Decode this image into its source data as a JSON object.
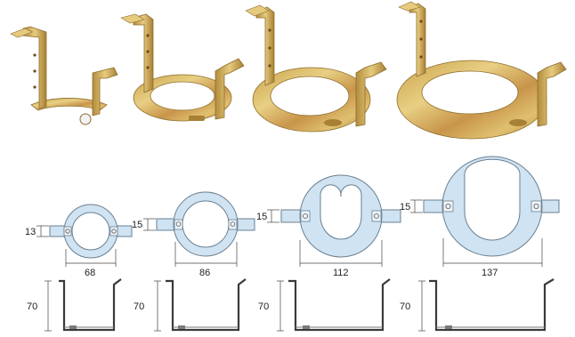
{
  "colors": {
    "background": "#ffffff",
    "plate_fill": "#cfe3f2",
    "plate_stroke": "#6a7f90",
    "dimension_line": "#444444",
    "bracket_stroke": "#3a3a3a",
    "metal_gold": "#d8b25a",
    "metal_shadow": "#a8843a"
  },
  "photos": [
    {
      "name": "bracket-photo-1",
      "label": ""
    },
    {
      "name": "bracket-photo-2",
      "label": ""
    },
    {
      "name": "bracket-photo-3",
      "label": ""
    },
    {
      "name": "bracket-photo-4",
      "label": ""
    }
  ],
  "diagrams": [
    {
      "width_label": "68",
      "tab_label": "13",
      "height_label": "70"
    },
    {
      "width_label": "86",
      "tab_label": "15",
      "height_label": "70"
    },
    {
      "width_label": "112",
      "tab_label": "15",
      "height_label": "70"
    },
    {
      "width_label": "137",
      "tab_label": "15",
      "height_label": "70"
    }
  ]
}
